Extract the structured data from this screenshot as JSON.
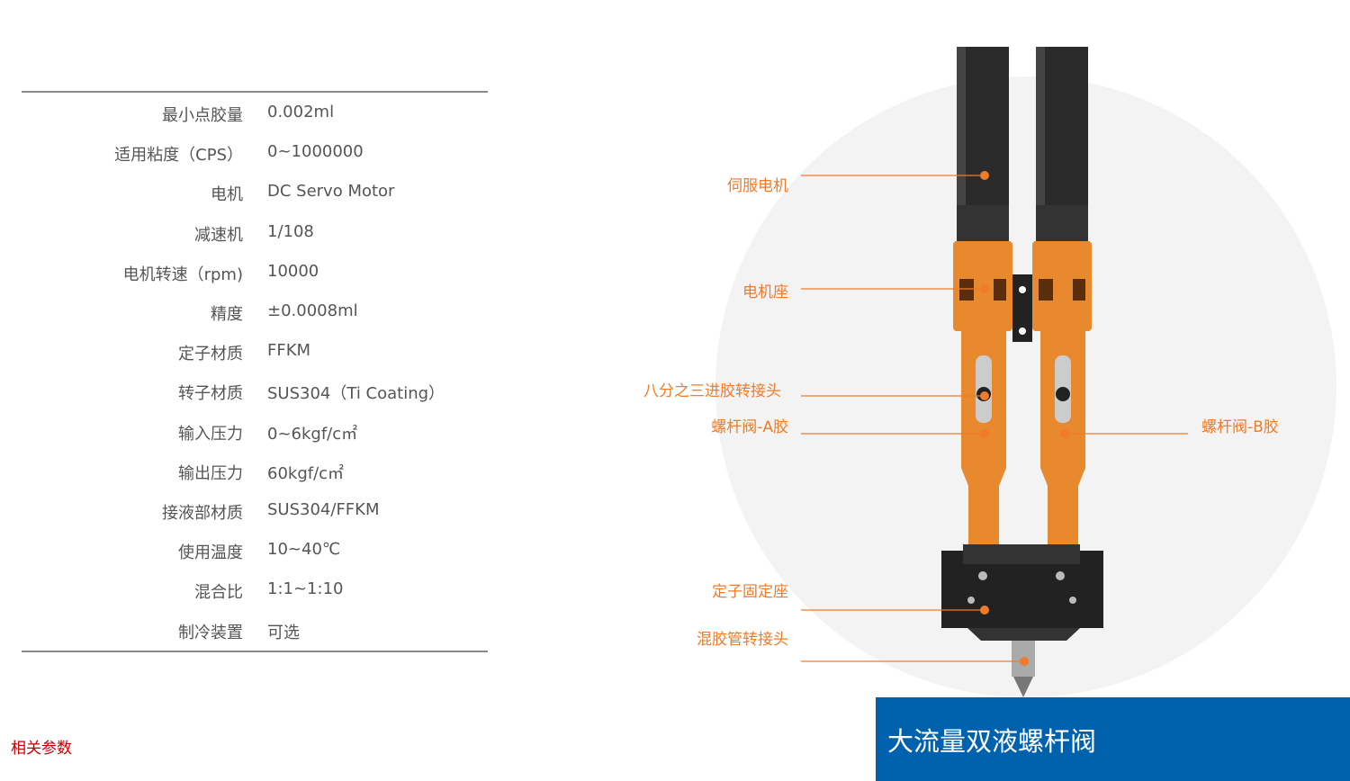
{
  "specs": [
    {
      "label": "最小点胶量",
      "value": "0.002ml"
    },
    {
      "label": "适用粘度（CPS）",
      "value": "0~1000000"
    },
    {
      "label": "电机",
      "value": "DC Servo Motor"
    },
    {
      "label": "减速机",
      "value": "1/108"
    },
    {
      "label": "电机转速（rpm)",
      "value": "10000"
    },
    {
      "label": "精度",
      "value": "±0.0008ml"
    },
    {
      "label": "定子材质",
      "value": "FFKM"
    },
    {
      "label": "转子材质",
      "value": "SUS304（Ti Coating）"
    },
    {
      "label": "输入压力",
      "value": "0~6kgf/c㎡"
    },
    {
      "label": "输出压力",
      "value": "60kgf/c㎡"
    },
    {
      "label": "接液部材质",
      "value": "SUS304/FFKM"
    },
    {
      "label": "使用温度",
      "value": "10~40℃"
    },
    {
      "label": "混合比",
      "value": "1:1~1:10"
    },
    {
      "label": "制冷装置",
      "value": "可选"
    }
  ],
  "section_label": "相关参数",
  "product_title": "大流量双液螺杆阀",
  "callouts": {
    "servo_motor": "伺服电机",
    "motor_mount": "电机座",
    "inlet_adapter": "八分之三进胶转接头",
    "valve_a": "螺杆阀-A胶",
    "valve_b": "螺杆阀-B胶",
    "stator_mount": "定子固定座",
    "mixer_adapter": "混胶管转接头"
  },
  "colors": {
    "accent": "#f07b28",
    "banner": "#0061ad",
    "section_label": "#c00000"
  }
}
